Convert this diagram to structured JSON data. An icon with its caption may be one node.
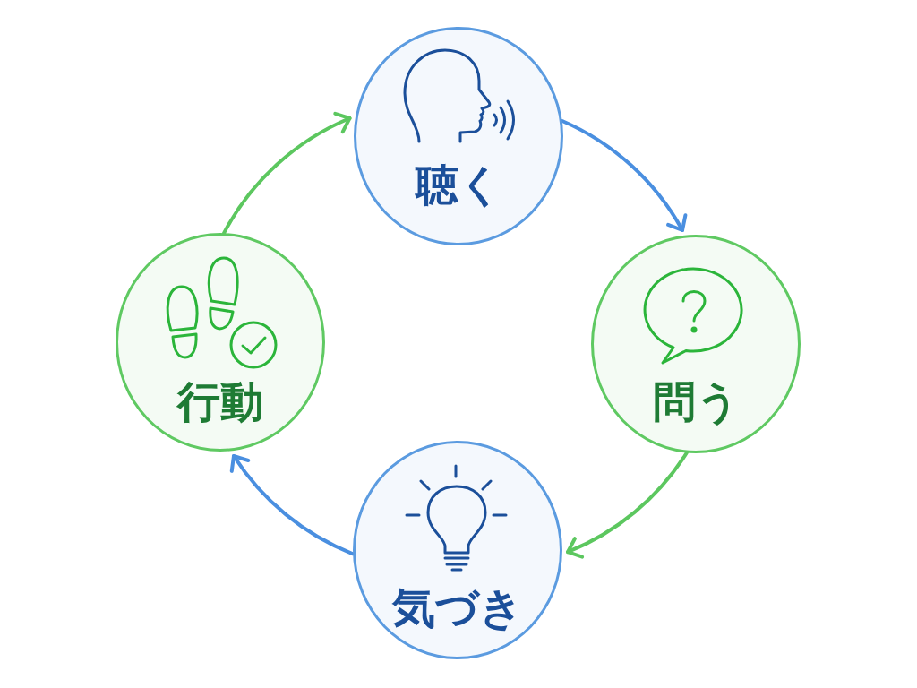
{
  "diagram": {
    "nodes": [
      {
        "text": [
          "聴く"
        ]
      },
      {
        "text": [
          "問う"
        ]
      },
      {
        "text": [
          "気づき"
        ]
      },
      {
        "text": [
          "行動"
        ]
      }
    ],
    "edges": [
      {
        "from": 0,
        "to": 1,
        "arrow": "to",
        "color": "#4a8fe0"
      },
      {
        "from": 1,
        "to": 2,
        "arrow": "to",
        "color": "#5cc75f"
      },
      {
        "from": 2,
        "to": 3,
        "arrow": "to",
        "color": "#4a8fe0"
      },
      {
        "from": 3,
        "to": 0,
        "arrow": "to",
        "color": "#5cc75f"
      }
    ]
  }
}
